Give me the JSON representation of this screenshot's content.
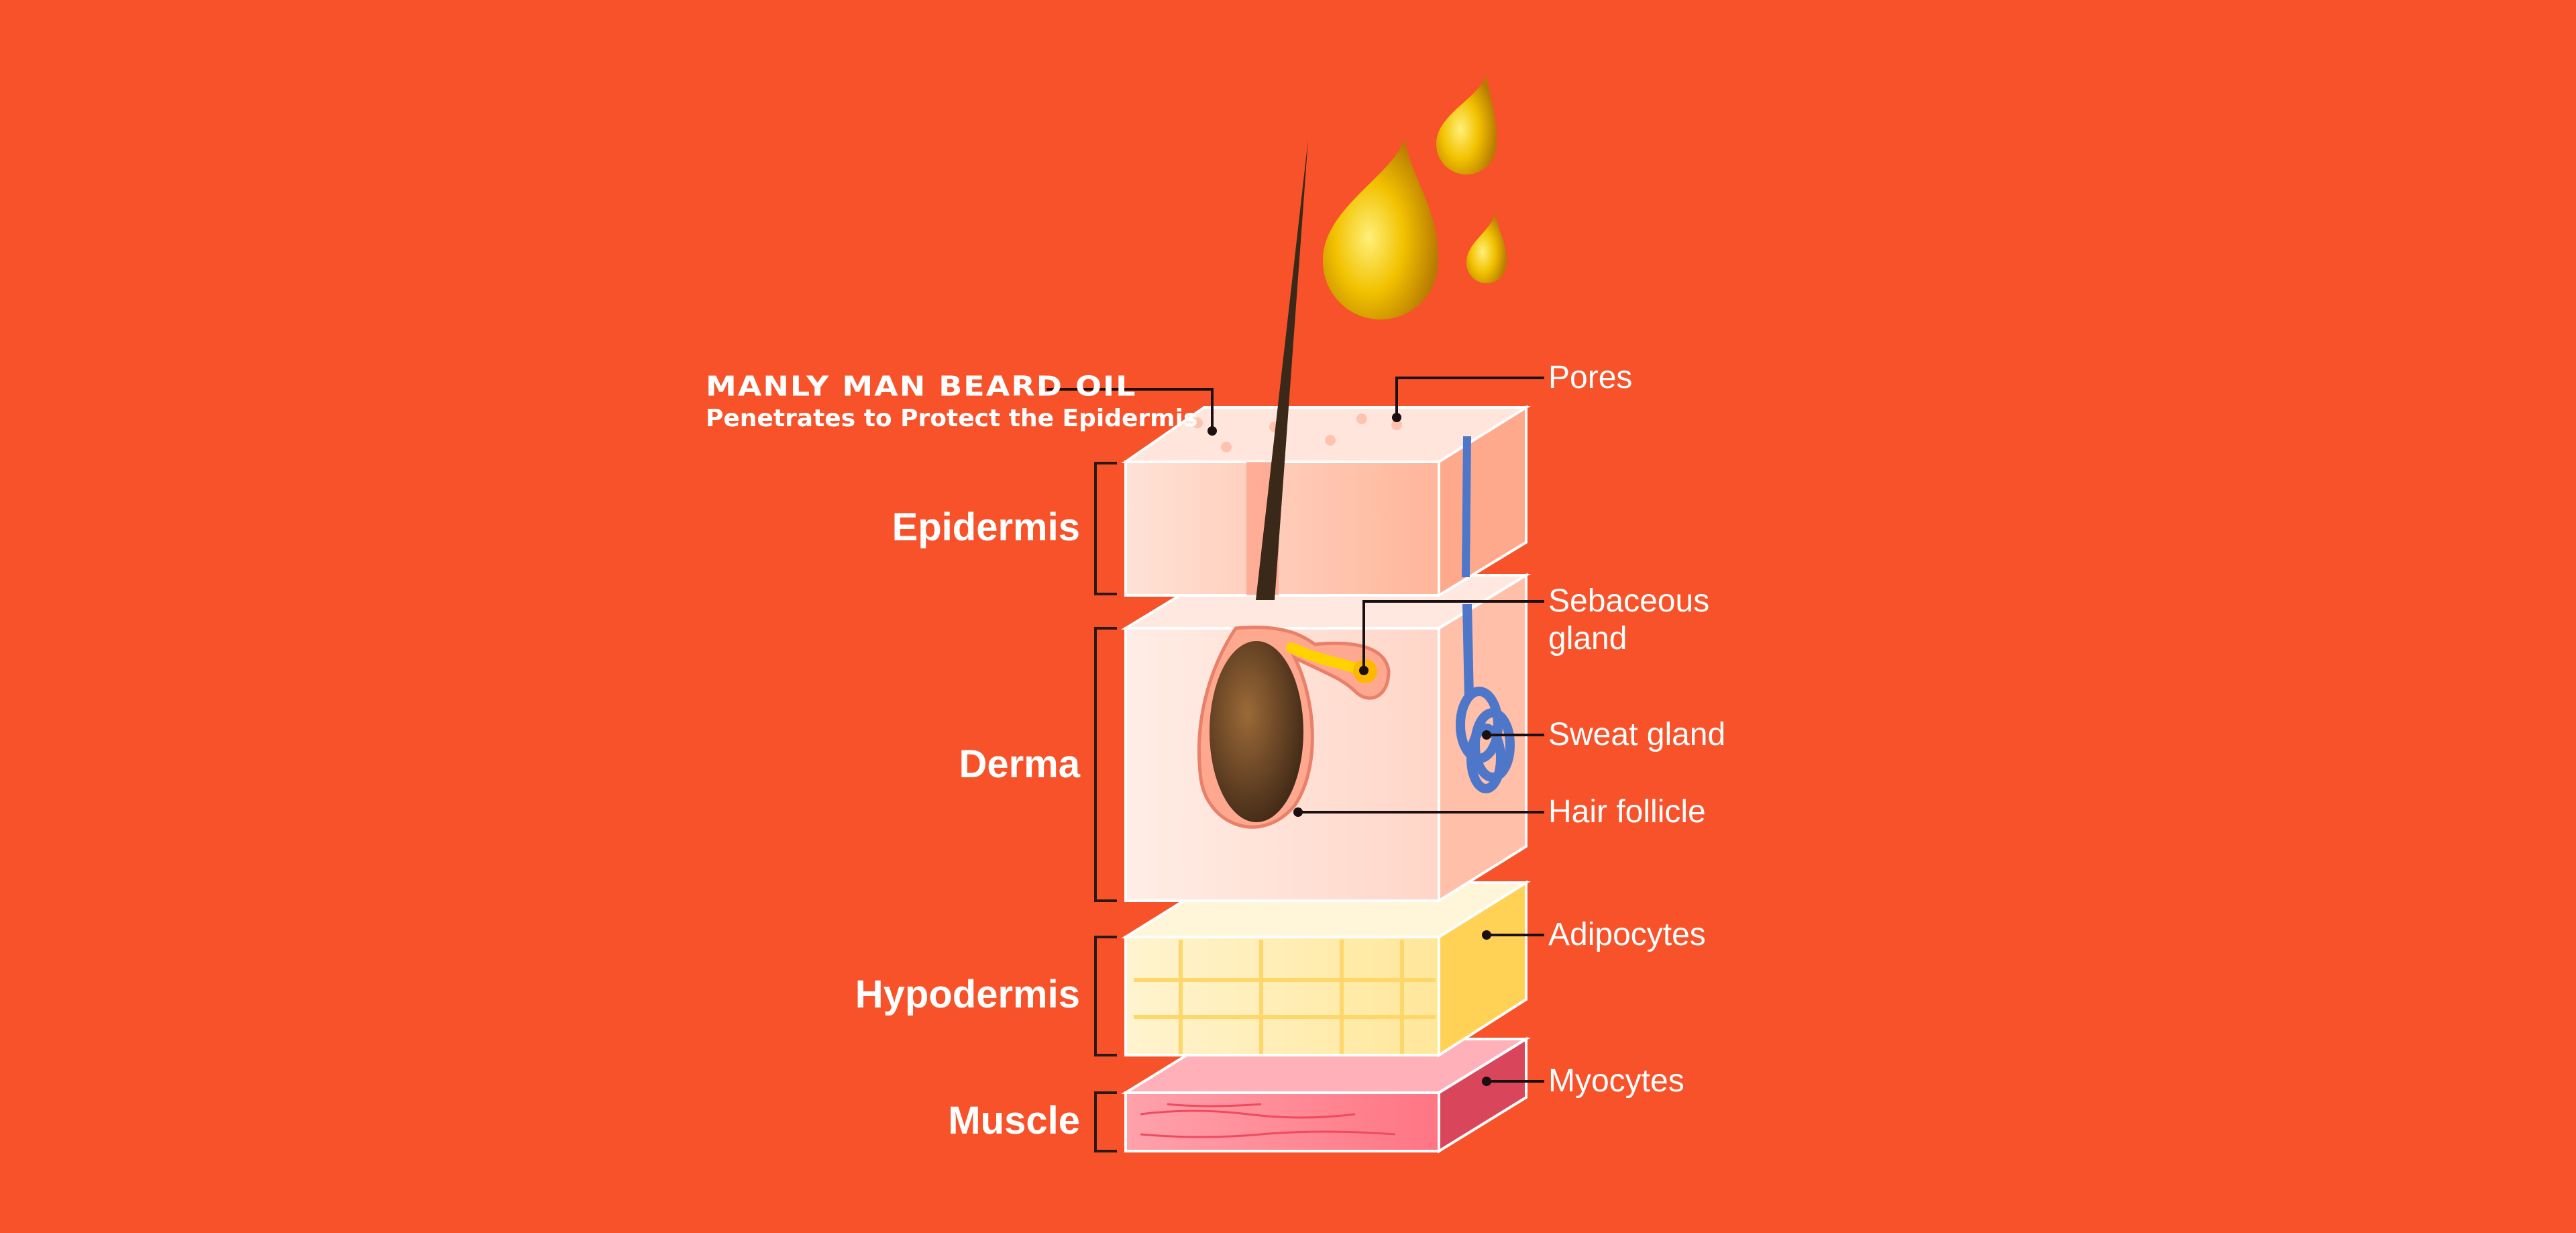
{
  "brand": {
    "title": "MANLY MAN BEARD OIL",
    "subtitle": "Penetrates to Protect the Epidermis"
  },
  "layers": [
    "Epidermis",
    "Derma",
    "Hypodermis",
    "Muscle"
  ],
  "callouts": {
    "pores": "Pores",
    "sebaceous_line1": "Sebaceous",
    "sebaceous_line2": "gland",
    "sweat_gland": "Sweat gland",
    "hair_follicle": "Hair follicle",
    "adipocytes": "Adipocytes",
    "myocytes": "Myocytes"
  },
  "colors": {
    "background": "#F75229",
    "oil": "#E8A800",
    "hair": "#3A2818",
    "sweat": "#4F77C9"
  }
}
